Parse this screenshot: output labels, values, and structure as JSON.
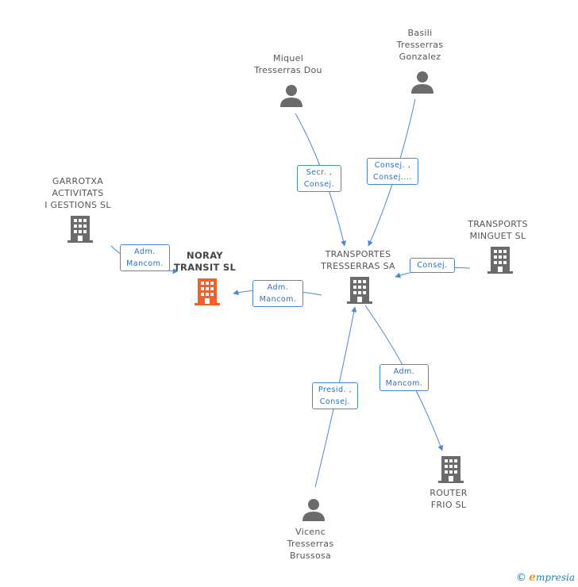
{
  "colors": {
    "edge": "#4a8ad4",
    "company": "#6b6b6b",
    "focus_company": "#f0602a",
    "person": "#6b6b6b"
  },
  "nodes": {
    "noray": {
      "label": "NORAY\nTRANSIT SL",
      "icon": "building-icon",
      "focus": true
    },
    "garrotxa": {
      "label": "GARROTXA\nACTIVITATS\nI GESTIONS  SL",
      "icon": "building-icon"
    },
    "transportes": {
      "label": "TRANSPORTES\nTRESSERRAS SA",
      "icon": "building-icon"
    },
    "minguet": {
      "label": "TRANSPORTS\nMINGUET SL",
      "icon": "building-icon"
    },
    "router": {
      "label": "ROUTER\nFRIO SL",
      "icon": "building-icon"
    },
    "miquel": {
      "label": "Miquel\nTresserras Dou",
      "icon": "person-icon"
    },
    "basili": {
      "label": "Basili\nTresserras\nGonzalez",
      "icon": "person-icon"
    },
    "vicenc": {
      "label": "Vicenc\nTresserras\nBrussosa",
      "icon": "person-icon"
    }
  },
  "edges": {
    "garrotxa_noray": "Adm.\nMancom.",
    "transportes_noray": "Adm.\nMancom.",
    "miquel_transportes": "Secr. ,\nConsej.",
    "basili_transportes": "Consej. ,\nConsej....",
    "minguet_transportes": "Consej.",
    "transportes_router": "Adm.\nMancom.",
    "vicenc_transportes": "Presid. ,\nConsej."
  },
  "footer": {
    "copyright": "©",
    "brand_initial": "e",
    "brand_rest": "mpresia"
  }
}
